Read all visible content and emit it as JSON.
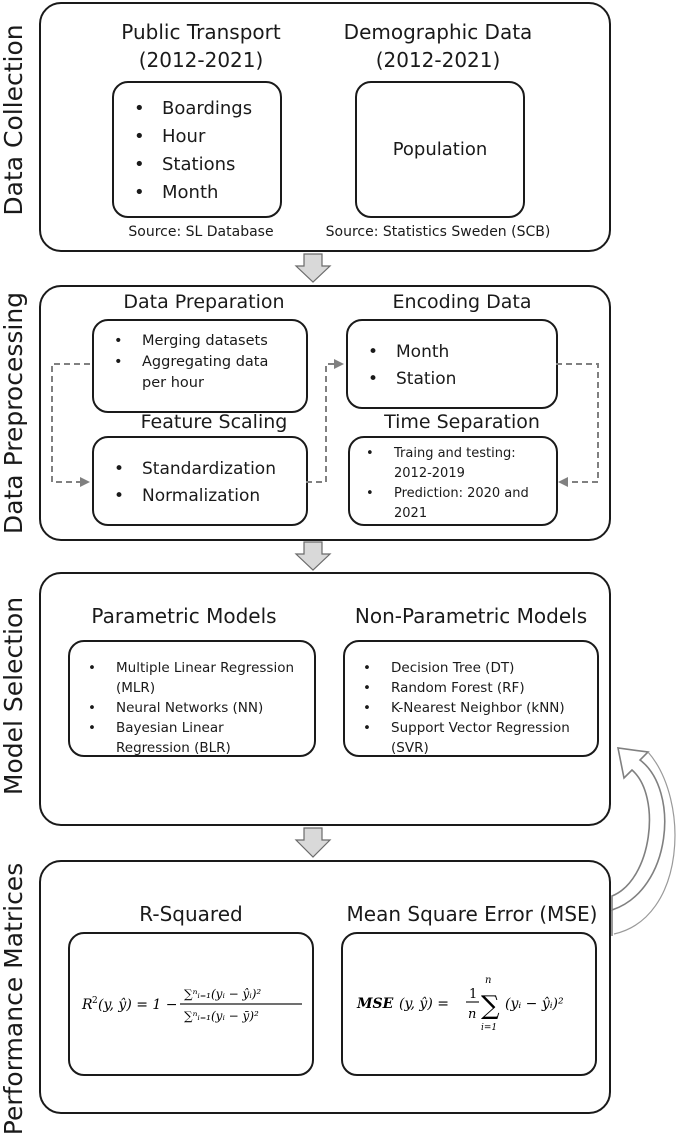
{
  "sections": {
    "collection": "Data Collection",
    "preprocessing": "Data Preprocessing",
    "model_selection": "Model Selection",
    "performance": "Performance Matrices"
  },
  "collection": {
    "transport": {
      "title": "Public Transport",
      "period": "(2012-2021)",
      "items": [
        "Boardings",
        "Hour",
        "Stations",
        "Month"
      ],
      "source": "Source: SL Database"
    },
    "demographic": {
      "title": "Demographic Data",
      "period": "(2012-2021)",
      "item": "Population",
      "source": "Source: Statistics Sweden (SCB)"
    }
  },
  "preprocessing": {
    "preparation": {
      "title": "Data Preparation",
      "items": [
        "Merging datasets",
        "Aggregating data per hour"
      ]
    },
    "scaling": {
      "title": "Feature Scaling",
      "items": [
        "Standardization",
        "Normalization"
      ]
    },
    "encoding": {
      "title": "Encoding Data",
      "items": [
        "Month",
        "Station"
      ]
    },
    "separation": {
      "title": "Time Separation",
      "items": [
        "Traing and testing: 2012-2019",
        "Prediction: 2020 and 2021"
      ]
    }
  },
  "models": {
    "parametric": {
      "title": "Parametric Models",
      "items": [
        "Multiple Linear Regression (MLR)",
        "Neural Networks (NN)",
        "Bayesian Linear Regression (BLR)"
      ]
    },
    "non_parametric": {
      "title": "Non-Parametric Models",
      "items": [
        "Decision Tree (DT)",
        "Random Forest (RF)",
        "K-Nearest Neighbor (kNN)",
        "Support Vector Regression (SVR)"
      ]
    }
  },
  "metrics": {
    "r2": {
      "title": "R-Squared",
      "formula": "R²(y, ŷ) = 1 − Σⁿᵢ₌₁(yᵢ − ŷᵢ)² / Σⁿᵢ₌₁(yᵢ − ȳ)²"
    },
    "mse": {
      "title": "Mean Square Error (MSE)",
      "formula": "MSE (y, ŷ) = 1/n Σⁿᵢ₌₁ (yᵢ − ŷᵢ)²"
    }
  }
}
